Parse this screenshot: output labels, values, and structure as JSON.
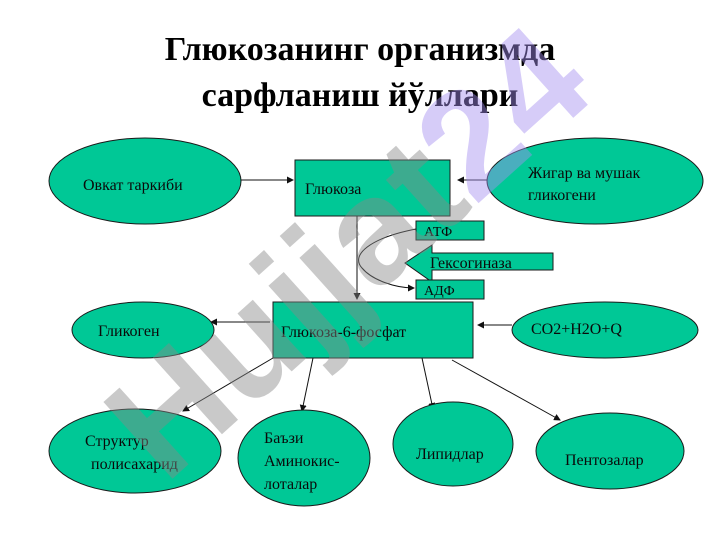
{
  "title": {
    "line1": "Глюкозанинг организмда",
    "line2": "сарфланиш йўллари"
  },
  "watermark": "Hujjat24",
  "colors": {
    "node_fill": "#00c896",
    "watermark_gray": "#9a9a9a",
    "watermark_purple": "#b9a8f0"
  },
  "nodes": {
    "food": "Овкат таркиби",
    "glucose": "Глюкоза",
    "liver_line1": "Жигар ва мушак",
    "liver_line2": "гликогени",
    "atp": "АТФ",
    "hexokinase": "Гексогиназа",
    "adp": "АДФ",
    "g6p": "Глюкоза-6-фосфат",
    "glycogen": "Гликоген",
    "co2": "CO2+H2O+Q",
    "struct_line1": "Структур",
    "struct_line2": "полисахарид",
    "amino_line1": "Баъзи",
    "amino_line2": "Аминокис-",
    "amino_line3": "лоталар",
    "lipids": "Липидлар",
    "pentoses": "Пентозалар"
  }
}
